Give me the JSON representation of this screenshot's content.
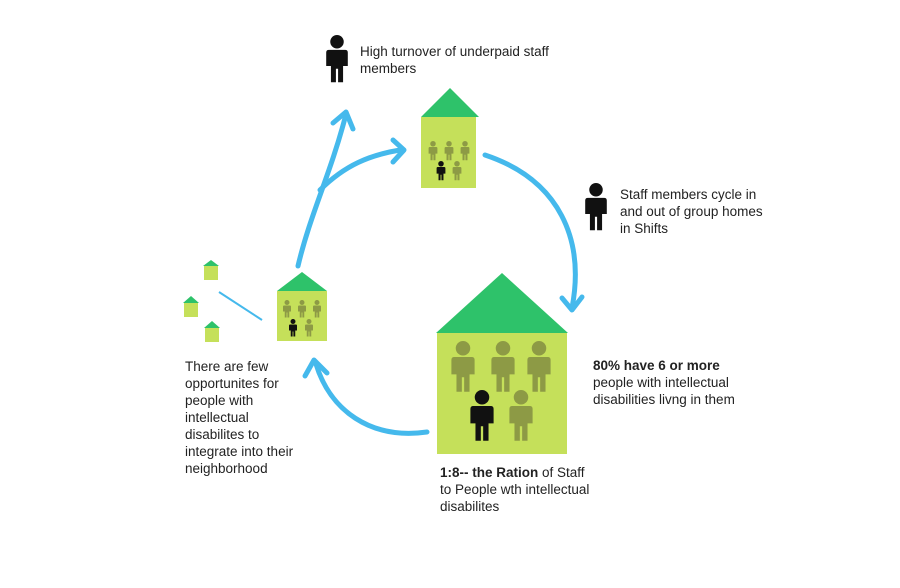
{
  "colors": {
    "arrow": "#45b9ec",
    "roof": "#2ec26a",
    "wall": "#c5e05a",
    "person_inner": "#8d9a45",
    "person_dark": "#111111",
    "line": "#45b9ec"
  },
  "annotations": {
    "turnover": "High turnover of underpaid staff members",
    "cycle": "Staff members cycle in and out of group homes in Shifts",
    "stat_bold": "80% have 6 or more",
    "stat_rest": "people with intellectual disabilities livng in them",
    "ratio_bold": "1:8-- the Ration",
    "ratio_rest": " of Staff to People wth intellectual disabilites",
    "integrate": "There are few opportunites for people with intellectual disabilites to integrate into their neighborhood"
  },
  "icons": {
    "person": "person-icon",
    "house": "house-icon"
  }
}
